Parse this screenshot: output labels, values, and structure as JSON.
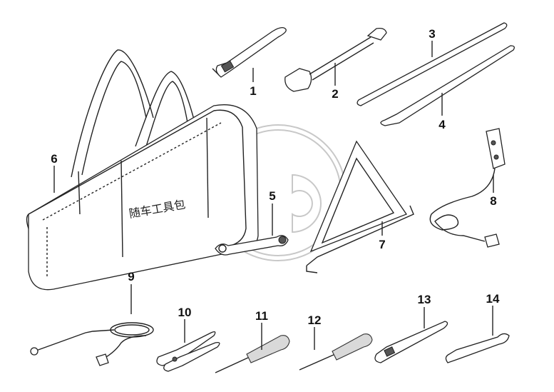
{
  "bag": {
    "label": "随车工具包"
  },
  "callouts": [
    {
      "id": "adjustable-wrench-small",
      "number": "1"
    },
    {
      "id": "wheel-brace",
      "number": "2"
    },
    {
      "id": "pry-bar-upper",
      "number": "3"
    },
    {
      "id": "pry-bar-lower",
      "number": "4"
    },
    {
      "id": "tow-hook-wrench",
      "number": "5"
    },
    {
      "id": "tool-bag",
      "number": "6"
    },
    {
      "id": "warning-triangle",
      "number": "7"
    },
    {
      "id": "inspection-lamp",
      "number": "8"
    },
    {
      "id": "jumper-cable",
      "number": "9"
    },
    {
      "id": "pliers",
      "number": "10"
    },
    {
      "id": "slotted-screwdriver",
      "number": "11"
    },
    {
      "id": "phillips-screwdriver",
      "number": "12"
    },
    {
      "id": "adjustable-wrench-large",
      "number": "13"
    },
    {
      "id": "open-end-wrench",
      "number": "14"
    }
  ]
}
